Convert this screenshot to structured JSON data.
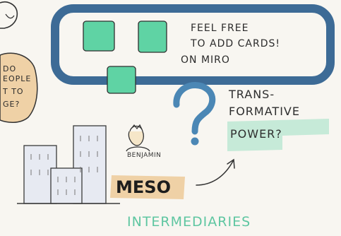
{
  "frame": {
    "line1": "FEEL FREE",
    "line2": "TO ADD CARDS!",
    "line3": "ON MIRO"
  },
  "left_note": {
    "line1": "DO",
    "line2": "EOPLE",
    "line3": "T TO",
    "line4": "GE?"
  },
  "question": {
    "line1": "TRANS-",
    "line2": "FORMATIVE",
    "line3": "POWER?"
  },
  "person": {
    "name": "BENJAMIN"
  },
  "level": {
    "label": "MESO"
  },
  "actors": {
    "label": "INTERMEDIARIES"
  },
  "colors": {
    "frame_blue": "#3d6b96",
    "card_green": "#5fd3a4",
    "highlight_beige": "#efd1a6",
    "highlight_mint": "#bde8d3",
    "question_blue": "#4b87b5",
    "intermediaries_green": "#5ec6a1"
  }
}
